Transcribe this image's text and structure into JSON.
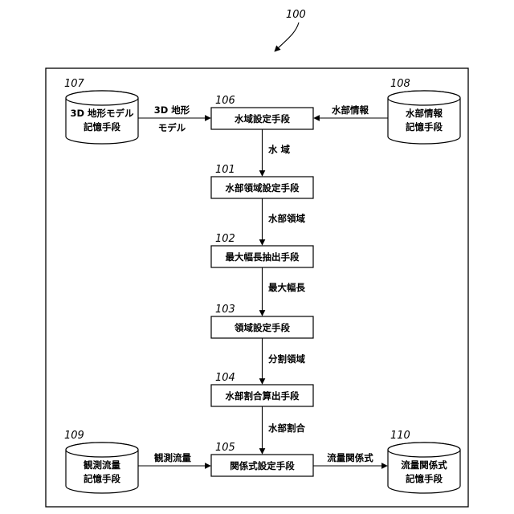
{
  "figure": {
    "ref": "100"
  },
  "steps": [
    {
      "ref": "106",
      "label": "水域設定手段"
    },
    {
      "ref": "101",
      "label": "水部領域設定手段"
    },
    {
      "ref": "102",
      "label": "最大幅長抽出手段"
    },
    {
      "ref": "103",
      "label": "領域設定手段"
    },
    {
      "ref": "104",
      "label": "水部割合算出手段"
    },
    {
      "ref": "105",
      "label": "関係式設定手段"
    }
  ],
  "stores": {
    "s107": {
      "ref": "107",
      "line1": "3D 地形モデル",
      "line2": "記憶手段"
    },
    "s108": {
      "ref": "108",
      "line1": "水部情報",
      "line2": "記憶手段"
    },
    "s109": {
      "ref": "109",
      "line1": "観測流量",
      "line2": "記憶手段"
    },
    "s110": {
      "ref": "110",
      "line1": "流量関係式",
      "line2": "記憶手段"
    }
  },
  "flows": {
    "f107_106": {
      "line1": "3D 地形",
      "line2": "モデル"
    },
    "f108_106": "水部情報",
    "f106_101": "水  域",
    "f101_102": "水部領域",
    "f102_103": "最大幅長",
    "f103_104": "分割領域",
    "f104_105": "水部割合",
    "f109_105": "観測流量",
    "f105_110": "流量関係式"
  }
}
